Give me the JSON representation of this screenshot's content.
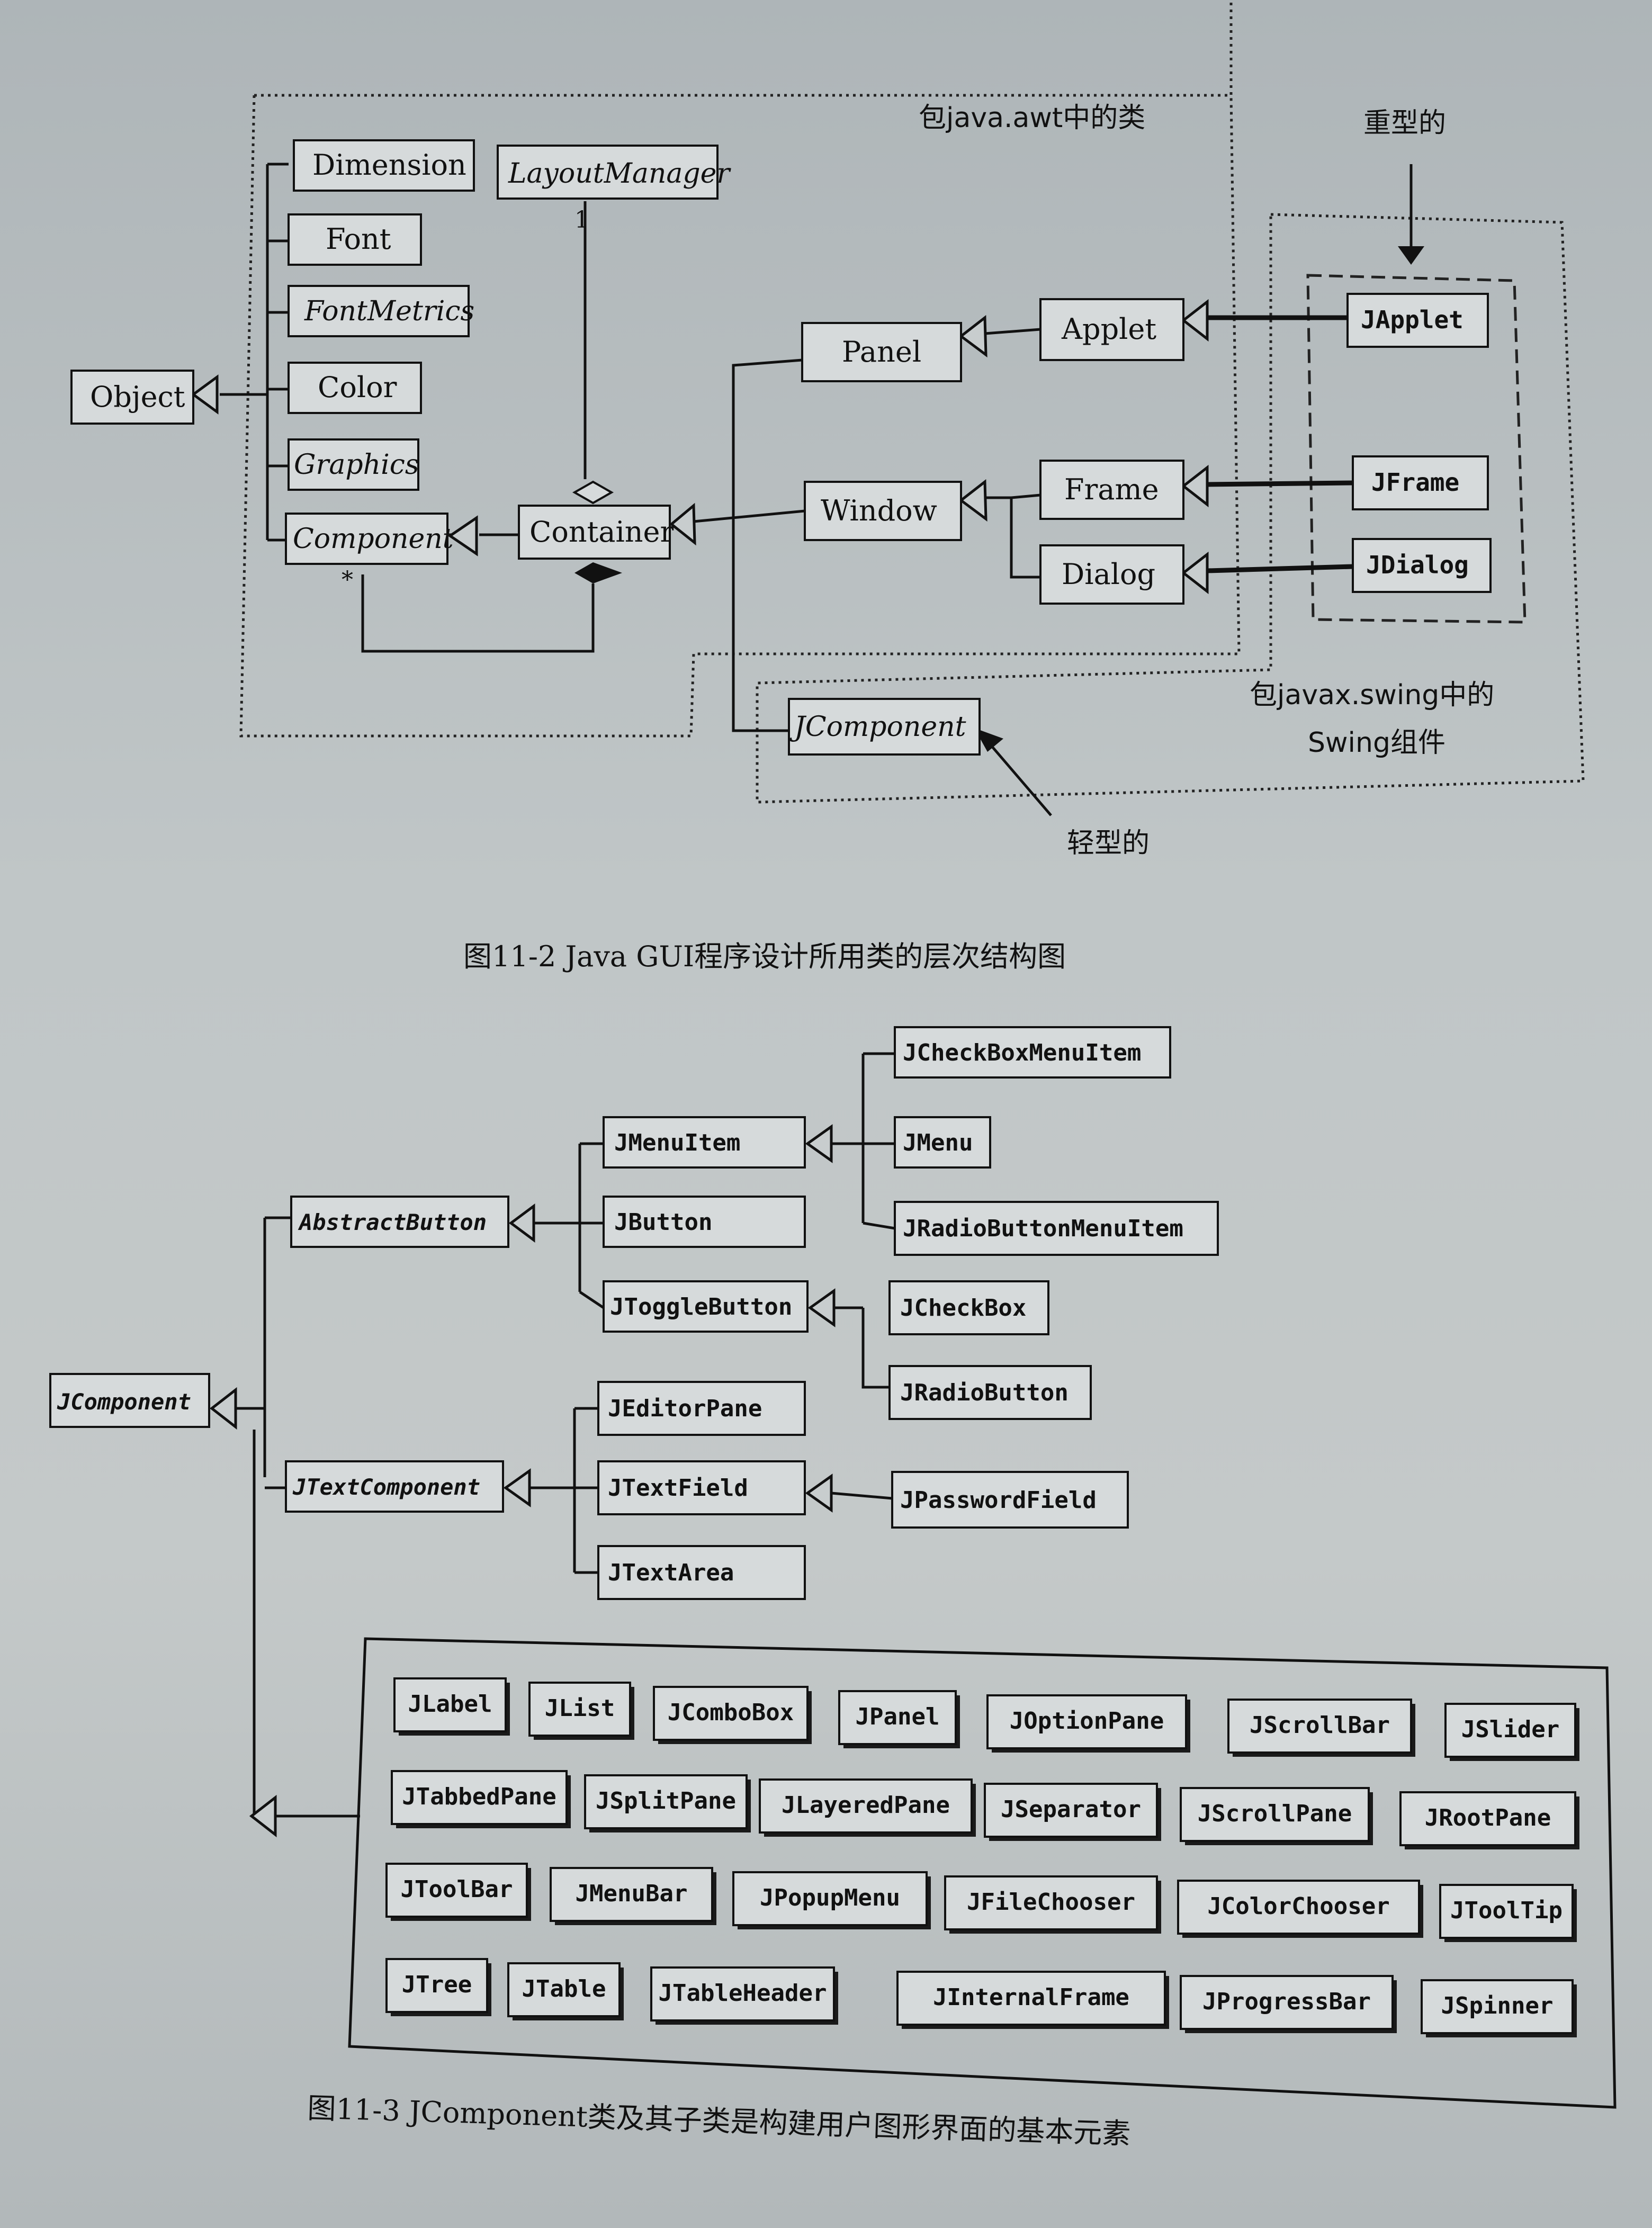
{
  "fig1": {
    "package_awt_label": "包java.awt中的类",
    "heavyweight_label": "重型的",
    "lightweight_label": "轻型的",
    "package_swing_label_line1": "包javax.swing中的",
    "package_swing_label_line2": "Swing组件",
    "multiplicity_one": "1",
    "multiplicity_many": "*",
    "classes": {
      "object": "Object",
      "dimension": "Dimension",
      "font": "Font",
      "fontmetrics": "FontMetrics",
      "color": "Color",
      "graphics": "Graphics",
      "component": "Component",
      "layoutmanager": "LayoutManager",
      "container": "Container",
      "panel": "Panel",
      "applet": "Applet",
      "window": "Window",
      "frame": "Frame",
      "dialog": "Dialog",
      "japplet": "JApplet",
      "jframe": "JFrame",
      "jdialog": "JDialog",
      "jcomponent": "JComponent"
    },
    "caption": "图11-2   Java GUI程序设计所用类的层次结构图"
  },
  "fig2": {
    "classes": {
      "jcomponent": "JComponent",
      "abstractbutton": "AbstractButton",
      "jtextcomponent": "JTextComponent",
      "jmenuitem": "JMenuItem",
      "jbutton": "JButton",
      "jtogglebutton": "JToggleButton",
      "jcheckboxmenuitem": "JCheckBoxMenuItem",
      "jmenu": "JMenu",
      "jradiobuttonmenuitem": "JRadioButtonMenuItem",
      "jcheckbox": "JCheckBox",
      "jradiobutton": "JRadioButton",
      "jeditorpane": "JEditorPane",
      "jtextfield": "JTextField",
      "jtextarea": "JTextArea",
      "jpasswordfield": "JPasswordField"
    },
    "grid_rows": [
      [
        "JLabel",
        "JList",
        "JComboBox",
        "JPanel",
        "JOptionPane",
        "JScrollBar",
        "JSlider"
      ],
      [
        "JTabbedPane",
        "JSplitPane",
        "JLayeredPane",
        "JSeparator",
        "JScrollPane",
        "JRootPane"
      ],
      [
        "JToolBar",
        "JMenuBar",
        "JPopupMenu",
        "JFileChooser",
        "JColorChooser",
        "JToolTip"
      ],
      [
        "JTree",
        "JTable",
        "JTableHeader",
        "JInternalFrame",
        "JProgressBar",
        "JSpinner"
      ]
    ],
    "caption": "图11-3   JComponent类及其子类是构建用户图形界面的基本元素"
  }
}
